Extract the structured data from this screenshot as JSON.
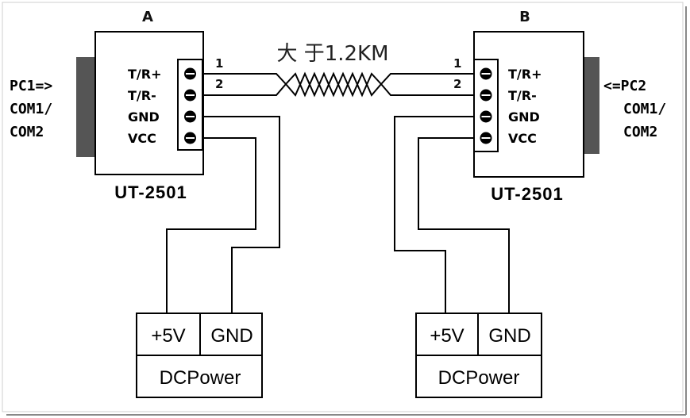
{
  "units": {
    "a": {
      "label": "A",
      "model": "UT-2501",
      "pc_lines": [
        "PC1=>",
        "COM1/",
        "COM2"
      ],
      "pins": [
        "T/R+",
        "T/R-",
        "GND",
        "VCC"
      ],
      "wire_numbers": [
        "1",
        "2"
      ]
    },
    "b": {
      "label": "B",
      "model": "UT-2501",
      "pc_lines": [
        "<=PC2",
        "COM1/",
        "COM2"
      ],
      "pins": [
        "T/R+",
        "T/R-",
        "GND",
        "VCC"
      ],
      "wire_numbers": [
        "1",
        "2"
      ]
    }
  },
  "cable": {
    "distance": "大 于1.2KM"
  },
  "power_supplies": {
    "left": {
      "plus": "+5V",
      "gnd": "GND",
      "name": "DCPower"
    },
    "right": {
      "plus": "+5V",
      "gnd": "GND",
      "name": "DCPower"
    }
  }
}
